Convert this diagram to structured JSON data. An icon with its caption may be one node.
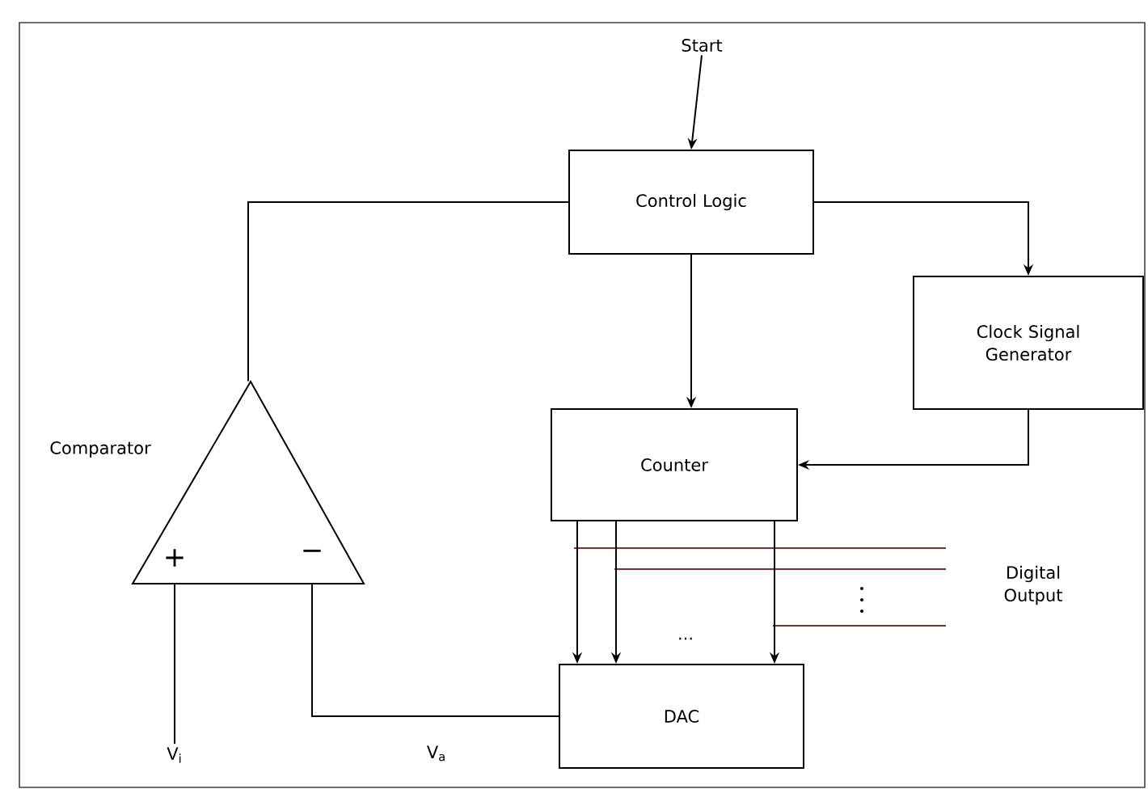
{
  "diagram": {
    "nodes": [
      {
        "text": [
          "Start"
        ]
      },
      {
        "text": [
          "Control Logic"
        ]
      },
      {
        "text": [
          "Clock Signal Generator"
        ]
      },
      {
        "text": [
          "Counter"
        ]
      },
      {
        "text": [
          "DAC"
        ]
      },
      {
        "text": [
          "+",
          "−"
        ],
        "beside": [
          "Comparator"
        ]
      },
      {
        "text": [
          "V$_{i}$"
        ]
      }
    ],
    "edges": [
      {
        "from": 0,
        "to": 1,
        "arrow": "to"
      },
      {
        "from": 1,
        "to": 5,
        "arrow": "none"
      },
      {
        "from": 1,
        "to": 2,
        "arrow": "to"
      },
      {
        "from": 1,
        "to": 3,
        "arrow": "to"
      },
      {
        "from": 2,
        "to": 3,
        "arrow": "to"
      },
      {
        "from": 3,
        "to": 4,
        "arrow": "to"
      },
      {
        "from": 3,
        "to": 4,
        "arrow": "to"
      },
      {
        "from": 3,
        "to": 4,
        "arrow": "to"
      },
      {
        "from": 4,
        "to": 5,
        "arrow": "none",
        "label": "V$_{a}$"
      },
      {
        "from": 6,
        "to": 5,
        "arrow": "none"
      }
    ],
    "labels": [
      "Digital Output",
      "..."
    ]
  }
}
